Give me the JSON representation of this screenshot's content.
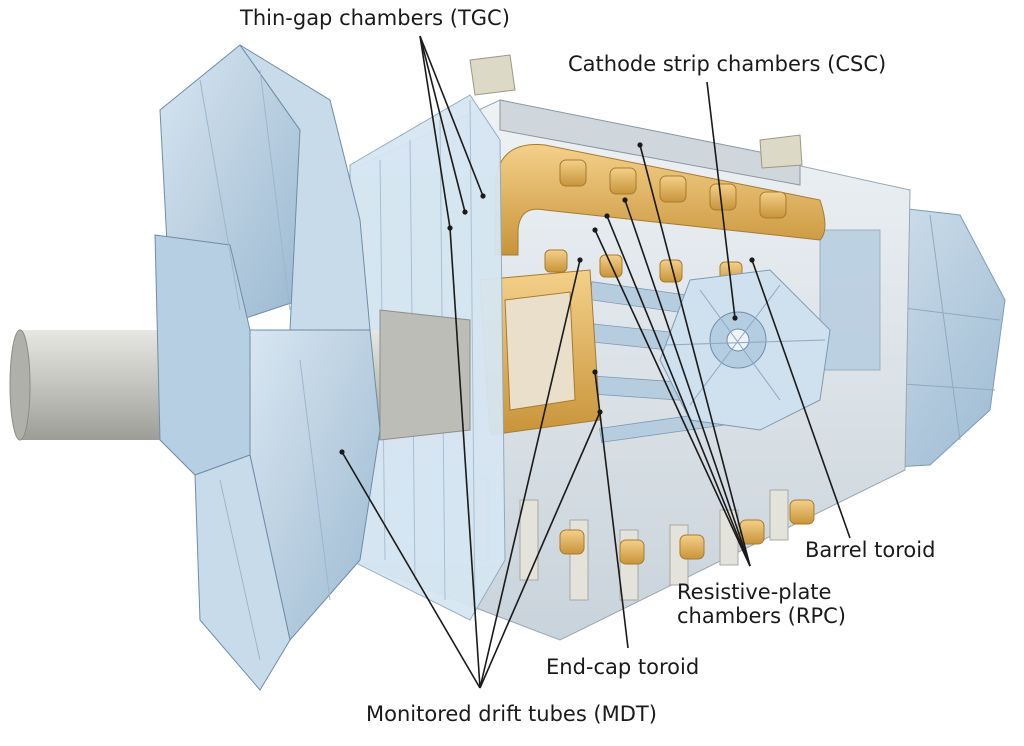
{
  "labels": {
    "tgc": "Thin-gap chambers (TGC)",
    "csc": "Cathode strip chambers (CSC)",
    "barrel_toroid": "Barrel toroid",
    "rpc_line1": "Resistive-plate",
    "rpc_line2": "chambers (RPC)",
    "endcap_toroid": "End-cap toroid",
    "mdt": "Monitored drift tubes (MDT)"
  },
  "colors": {
    "chamber_blue": "#bcd3e6",
    "chamber_blue_dark": "#8fb0cc",
    "toroid_gold": "#e7b85a",
    "toroid_gold_dark": "#c8943a",
    "structure_grey": "#d9d9d2",
    "beam_pipe_grey": "#c8c8c4",
    "leader_line": "#1a1a1a"
  }
}
